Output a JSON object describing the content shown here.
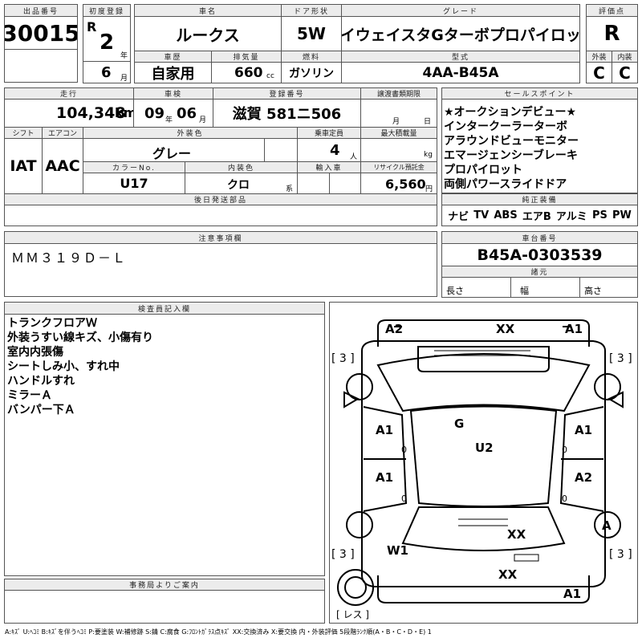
{
  "headers": {
    "lot_no": "出品番号",
    "first_reg": "初度登録",
    "car_name": "車名",
    "door": "ドア形状",
    "grade": "グレード",
    "score": "評価点",
    "history": "車歴",
    "displacement": "排気量",
    "fuel": "燃料",
    "model_code": "型式",
    "exterior": "外装",
    "interior": "内装",
    "mileage": "走行",
    "inspection": "車検",
    "reg_no": "登録番号",
    "transfer": "譲渡書類期限",
    "sales_points": "セールスポイント",
    "shift": "シフト",
    "aircon": "エアコン",
    "color": "外装色",
    "capacity": "乗車定員",
    "max_load": "最大積載量",
    "color_no": "カラーNo.",
    "interior_color": "内装色",
    "import": "輸入車",
    "recycle": "リサイクル預託金",
    "later_parts": "後日発送部品",
    "genuine": "純正装備",
    "notes": "注意事項欄",
    "chassis": "車台番号",
    "specs": "諸元",
    "inspector": "検査員記入欄",
    "office": "事務局よりご案内"
  },
  "vehicle": {
    "lot_no": "30015",
    "era": "R",
    "year": "2",
    "year_unit": "年",
    "month": "6",
    "month_unit": "月",
    "name": "ルークス",
    "door": "5W",
    "grade": "ハイウェイスタGターボプロパイロット",
    "score": "R",
    "history": "自家用",
    "displacement": "660",
    "displacement_unit": "cc",
    "fuel": "ガソリン",
    "model_code": "4AA-B45A",
    "exterior_score": "C",
    "interior_score": "C",
    "mileage": "104,348",
    "mileage_unit": "km",
    "insp_year": "09",
    "insp_year_unit": "年",
    "insp_month": "06",
    "insp_month_unit": "月",
    "reg_no": "滋賀 581ニ506",
    "transfer_month": "月",
    "transfer_day": "日",
    "shift": "IAT",
    "aircon": "AAC",
    "color": "グレー",
    "capacity": "4",
    "capacity_unit": "人",
    "load_unit": "kg",
    "color_no": "U17",
    "interior_color": "クロ",
    "interior_suffix": "系",
    "recycle": "6,560",
    "recycle_unit": "円"
  },
  "sales_points": [
    "★オークションデビュー★",
    "インタークーラーターボ",
    "アラウンドビューモニター",
    "エマージェンシーブレーキ",
    "プロパイロット",
    "両側パワースライドドア"
  ],
  "genuine_equipment": [
    "ナビ",
    "TV",
    "ABS",
    "エアB",
    "アルミ",
    "PS",
    "PW"
  ],
  "notes_text": "ＭＭ３１９Ｄ－Ｌ",
  "chassis_no": "B45A-0303539",
  "specs_fields": {
    "length": "長さ",
    "width": "幅",
    "height": "高さ"
  },
  "inspector_notes": [
    "トランクフロアＷ",
    "外装うすい線キズ、小傷有り",
    "室内内張傷",
    "シートしみ小、すれ中",
    "ハンドルすれ",
    "ミラーＡ",
    "バンパー下Ａ"
  ],
  "diagram_marks": {
    "a2_top_left": "A2",
    "a1_top_right": "A1",
    "xx_top": "XX",
    "g": "G",
    "u2": "U2",
    "a1_left_front": "A1",
    "a1_right_front": "A1",
    "a1_left_rear": "A1",
    "a2_right_rear": "A2",
    "xx_rear": "XX",
    "a_right_tire": "A",
    "w1": "W1",
    "xx_bumper": "XX",
    "a1_bottom": "A1",
    "tire_fl": "[ 3 ]",
    "tire_fr": "[ 3 ]",
    "tire_rl": "[ 3 ]",
    "tire_rr": "[ 3 ]",
    "spare": "[ レス ]",
    "zero_lf": "0",
    "zero_rf": "0",
    "zero_lr": "0",
    "zero_rr": "0"
  },
  "legend": "A:ｷｽﾞ U:ﾍｺﾐ B:ｷｽﾞを伴うﾍｺﾐ P:要塗装 W:補修跡 S:錆 C:腐食 G:ﾌﾛﾝﾄｶﾞﾗｽ点ｷｽﾞ XX:交換済み X:要交換 内・外装評価 5段階ﾗﾝｸ順(A・B・C・D・E) 1"
}
